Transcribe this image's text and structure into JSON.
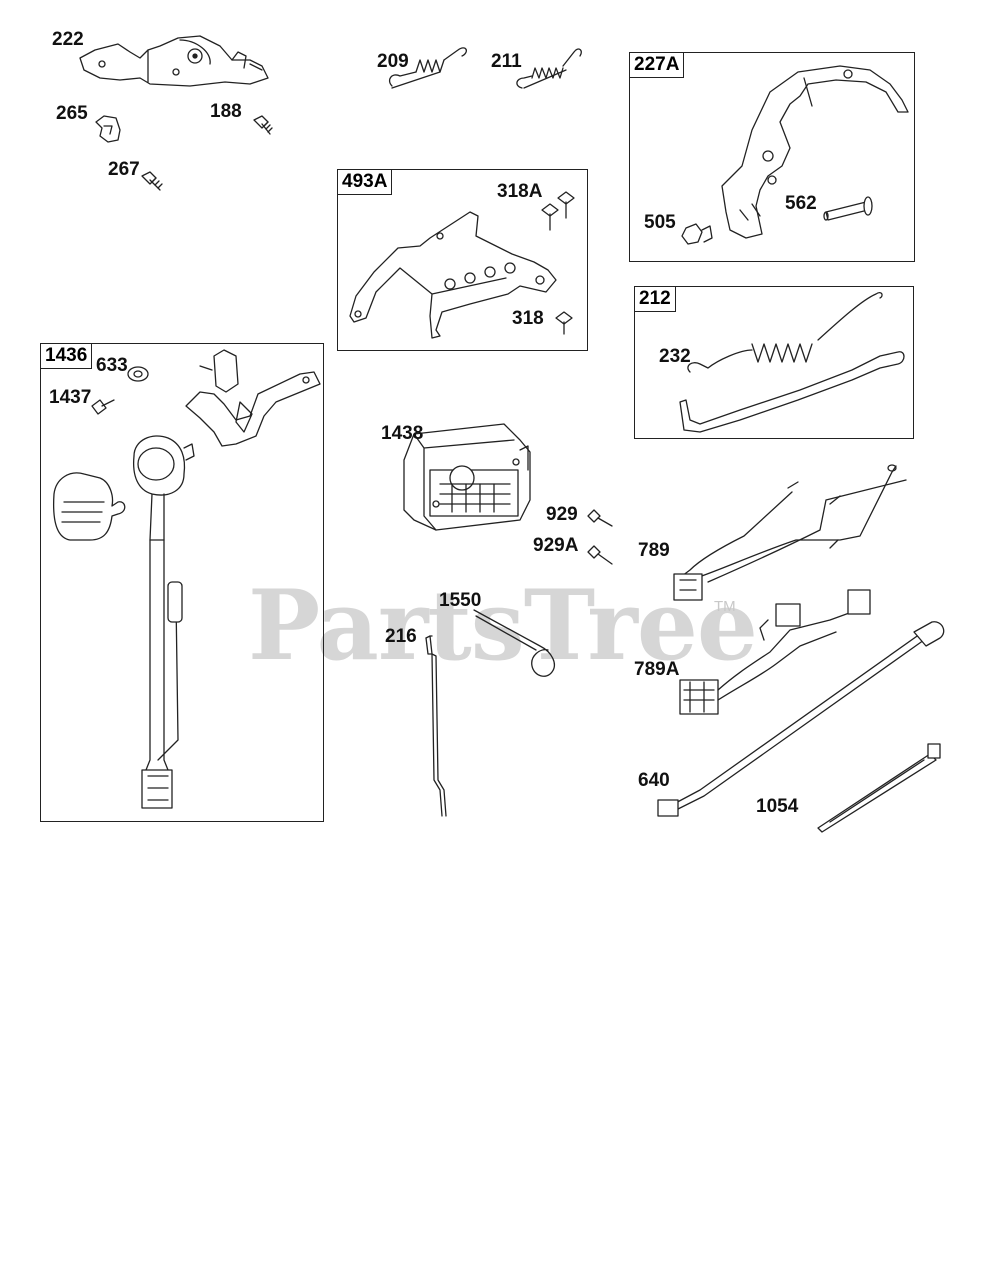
{
  "watermark": {
    "text": "PartsTree",
    "tm": "TM"
  },
  "boxes": {
    "b1436": "1436",
    "b493A": "493A",
    "b227A": "227A",
    "b212": "212"
  },
  "parts": {
    "p222": "222",
    "p265": "265",
    "p188": "188",
    "p267": "267",
    "p209": "209",
    "p211": "211",
    "p318A": "318A",
    "p318": "318",
    "p505": "505",
    "p562": "562",
    "p232": "232",
    "p633": "633",
    "p1437": "1437",
    "p1438": "1438",
    "p929": "929",
    "p929A": "929A",
    "p789": "789",
    "p789A": "789A",
    "p1550": "1550",
    "p216": "216",
    "p640": "640",
    "p1054": "1054"
  }
}
